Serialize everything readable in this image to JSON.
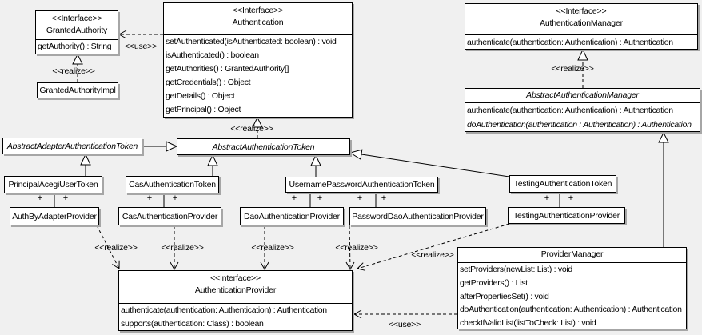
{
  "labels": {
    "realize": "<<realize>>",
    "use": "<<use>>",
    "plus": "+"
  },
  "classes": {
    "granted_authority": {
      "stereotype": "<<Interface>>",
      "name": "GrantedAuthority",
      "methods": [
        "getAuthority() : String"
      ]
    },
    "granted_authority_impl": {
      "name": "GrantedAuthorityImpl"
    },
    "authentication": {
      "stereotype": "<<Interface>>",
      "name": "Authentication",
      "methods": [
        "setAuthenticated(isAuthenticated: boolean) : void",
        "isAuthenticated() : boolean",
        "getAuthorities() : GrantedAuthority[]",
        "getCredentials() : Object",
        "getDetails() : Object",
        "getPrincipal() : Object"
      ]
    },
    "authentication_manager": {
      "stereotype": "<<Interface>>",
      "name": "AuthenticationManager",
      "methods": [
        "authenticate(authentication: Authentication) : Authentication"
      ]
    },
    "abstract_authentication_manager": {
      "name": "AbstractAuthenticationManager",
      "methods": [
        "authenticate(authentication: Authentication) : Authentication",
        "doAuthentication(authentication : Authentication) : Authentication"
      ]
    },
    "abstract_adapter_authentication_token": {
      "name": "AbstractAdapterAuthenticationToken"
    },
    "abstract_authentication_token": {
      "name": "AbstractAuthenticationToken"
    },
    "principal_acegi_user_token": {
      "name": "PrincipalAcegiUserToken"
    },
    "cas_authentication_token": {
      "name": "CasAuthenticationToken"
    },
    "username_password_authentication_token": {
      "name": "UsernamePasswordAuthenticationToken"
    },
    "testing_authentication_token": {
      "name": "TestingAuthenticationToken"
    },
    "auth_by_adapter_provider": {
      "name": "AuthByAdapterProvider"
    },
    "cas_authentication_provider": {
      "name": "CasAuthenticationProvider"
    },
    "dao_authentication_provider": {
      "name": "DaoAuthenticationProvider"
    },
    "password_dao_authentication_provider": {
      "name": "PasswordDaoAuthenticationProvider"
    },
    "testing_authentication_provider": {
      "name": "TestingAuthenticationProvider"
    },
    "authentication_provider": {
      "stereotype": "<<Interface>>",
      "name": "AuthenticationProvider",
      "methods": [
        "authenticate(authentication: Authentication) : Authentication",
        "supports(authentication: Class) : boolean"
      ]
    },
    "provider_manager": {
      "name": "ProviderManager",
      "methods": [
        "setProviders(newList: List) : void",
        "getProviders() : List",
        "afterPropertiesSet() : void",
        "doAuthentication(authentication: Authentication) : Authentication",
        "checkIfValidList(listToCheck: List) : void"
      ]
    }
  },
  "colors": {
    "background": "#f0f0f0",
    "box_fill": "#ffffff",
    "line": "#000000",
    "shadow": "#a6a6a6"
  }
}
